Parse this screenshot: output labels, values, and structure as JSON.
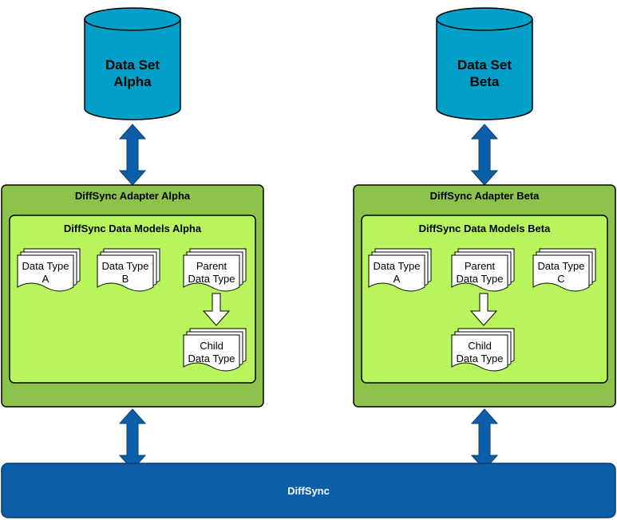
{
  "datasets": {
    "alpha": {
      "line1": "Data Set",
      "line2": "Alpha"
    },
    "beta": {
      "line1": "Data Set",
      "line2": "Beta"
    }
  },
  "adapters": {
    "alpha": {
      "title": "DiffSync Adapter Alpha",
      "models_title": "DiffSync Data Models Alpha"
    },
    "beta": {
      "title": "DiffSync Adapter Beta",
      "models_title": "DiffSync Data Models Beta"
    }
  },
  "docs": {
    "alpha_a": {
      "line1": "Data Type",
      "line2": "A"
    },
    "alpha_b": {
      "line1": "Data Type",
      "line2": "B"
    },
    "alpha_parent": {
      "line1": "Parent",
      "line2": "Data Type"
    },
    "alpha_child": {
      "line1": "Child",
      "line2": "Data Type"
    },
    "beta_a": {
      "line1": "Data Type",
      "line2": "A"
    },
    "beta_parent": {
      "line1": "Parent",
      "line2": "Data Type"
    },
    "beta_c": {
      "line1": "Data Type",
      "line2": "C"
    },
    "beta_child": {
      "line1": "Child",
      "line2": "Data Type"
    }
  },
  "core": {
    "label": "DiffSync"
  },
  "colors": {
    "cylinder": "#00a0c8",
    "adapter": "#8dc34b",
    "models": "#b8f45c",
    "arrow": "#0a5fa8",
    "diffsync_bar": "#0a5fa8"
  }
}
